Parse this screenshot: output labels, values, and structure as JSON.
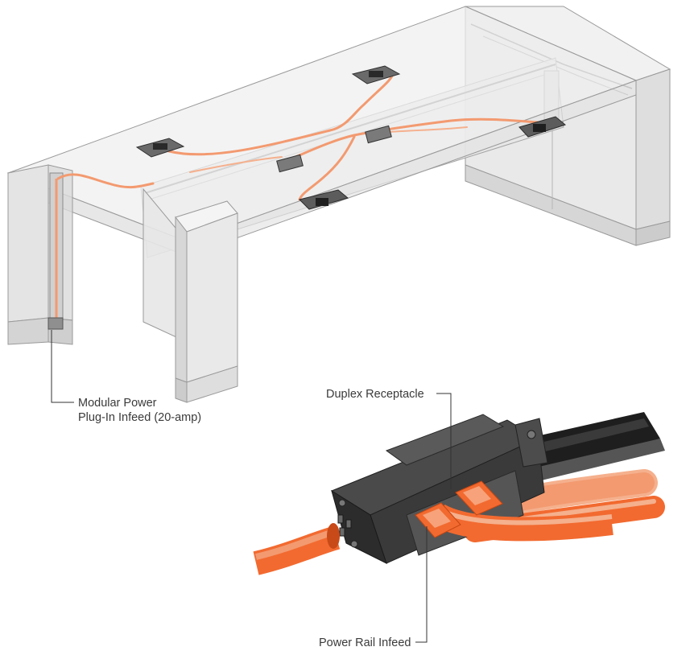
{
  "callouts": {
    "infeed_line1": "Modular Power",
    "infeed_line2": "Plug-In Infeed (20-amp)",
    "duplex": "Duplex Receptacle",
    "rail_infeed": "Power Rail Infeed"
  },
  "colors": {
    "cable": "#f39a70",
    "cable_bright": "#f26a30",
    "cable_shadow": "#d4501c",
    "panel": "#eeeeee",
    "panel_shade": "#d8d8d8",
    "panel_edge": "#9a9a9a",
    "connector": "#3f3f3f",
    "connector_dark": "#262626",
    "black_cable": "#1e1e1e"
  }
}
